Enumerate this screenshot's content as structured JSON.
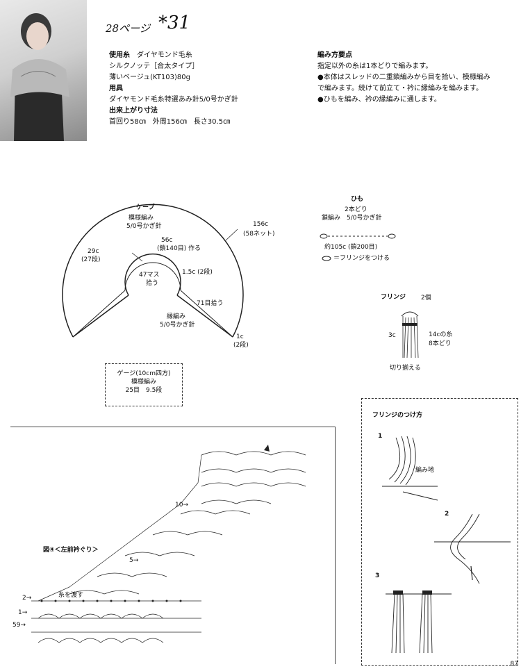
{
  "header": {
    "page_ref": "28ページ",
    "item_no": "*31"
  },
  "materials": {
    "yarn_label": "使用糸",
    "yarn_brand": "ダイヤモンド毛糸",
    "yarn_name": "シルクノッテ［合太タイプ］",
    "yarn_color": "薄いベージュ(KT103)80g",
    "tools_label": "用具",
    "tools": "ダイヤモンド毛糸特選あみ針5/0号かぎ針",
    "size_label": "出来上がり寸法",
    "size": "首回り58㎝　外周156㎝　長さ30.5㎝"
  },
  "points": {
    "title": "編み方要点",
    "lines": [
      "指定以外の糸は1本どりで編みます。",
      "●本体はスレッドの二重鎖編みから目を拾い、模様編み",
      "で編みます。続けて前立て・衿に縁編みを編みます。",
      "●ひもを編み、衿の縁編みに通します。"
    ]
  },
  "cape": {
    "title": "ケープ",
    "pattern": "模様編み",
    "hook": "5/0号かぎ針",
    "neck_1": "56c",
    "neck_2": "(鎖140目) 作る",
    "inner_1": "47マス",
    "inner_2": "拾う",
    "outer_1": "156c",
    "outer_2": "(58ネット)",
    "side_1": "29c",
    "side_2": "(27段)",
    "band": "1.5c (2段)",
    "pickup": "71目拾う",
    "edge_1": "縁編み",
    "edge_2": "5/0号かぎ針",
    "tip_1": "1c",
    "tip_2": "(2段)"
  },
  "gauge": {
    "title": "ゲージ(10cm四方)",
    "pattern": "模様編み",
    "values": "25目　9.5段"
  },
  "himo": {
    "title": "ひも",
    "strands": "2本どり",
    "stitch": "鎖編み　5/0号かぎ針",
    "length": "約105c (鎖200目)",
    "note": "＝フリンジをつける"
  },
  "fringe": {
    "title": "フリンジ",
    "count": "2個",
    "width": "3c",
    "yarn_1": "14cの糸",
    "yarn_2": "8本どり",
    "trim": "切り揃える"
  },
  "fringe_attach": {
    "title": "フリンジのつけ方",
    "step1": "1",
    "step2": "2",
    "step3": "3",
    "fabric": "編み地"
  },
  "chart": {
    "title": "図④＜左前衿ぐり＞",
    "row10": "10→",
    "row5": "5→",
    "row2": "2→",
    "row1": "1→",
    "row59": "59→",
    "pass_yarn": "糸を渡す"
  },
  "page_number": "87"
}
